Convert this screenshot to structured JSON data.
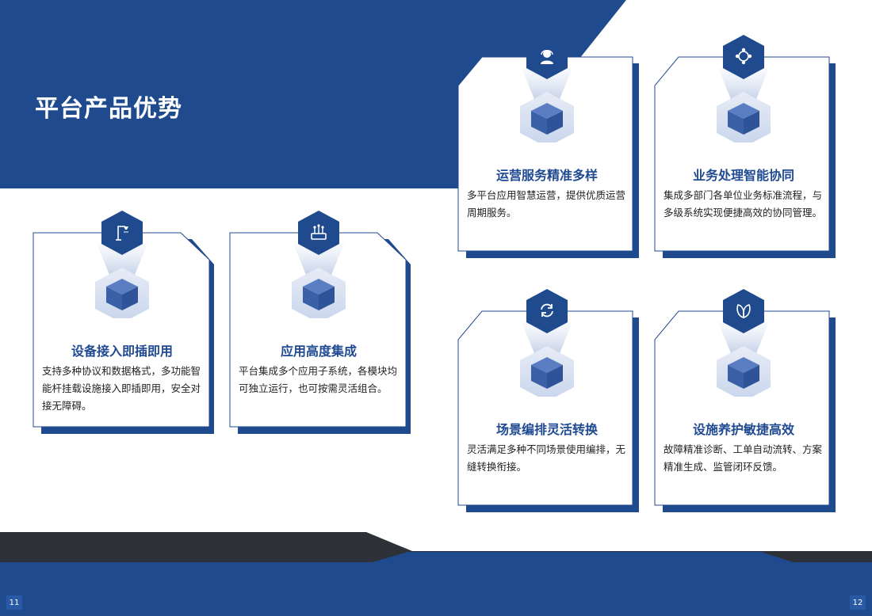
{
  "page": {
    "title": "平台产品优势",
    "page_left": "11",
    "page_right": "12"
  },
  "colors": {
    "brand_blue": "#1f4a8e",
    "dark_band": "#2e3238",
    "accent": "#2a5aa5"
  },
  "cards": [
    {
      "title": "设备接入即插即用",
      "desc": "支持多种协议和数据格式，多功能智能杆挂载设施接入即插即用，安全对接无障碍。",
      "icon": "street-lamp-icon"
    },
    {
      "title": "应用高度集成",
      "desc": "平台集成多个应用子系统，各模块均可独立运行，也可按需灵活组合。",
      "icon": "integration-icon"
    },
    {
      "title": "运营服务精准多样",
      "desc": "多平台应用智慧运营，提供优质运营周期服务。",
      "icon": "customer-service-icon"
    },
    {
      "title": "业务处理智能协同",
      "desc": "集成多部门各单位业务标准流程，与多级系统实现便捷高效的协同管理。",
      "icon": "collaboration-icon"
    },
    {
      "title": "场景编排灵活转换",
      "desc": "灵活满足多种不同场景使用编排，无缝转换衔接。",
      "icon": "switch-icon"
    },
    {
      "title": "设施养护敏捷高效",
      "desc": "故障精准诊断、工单自动流转、方案精准生成、监管闭环反馈。",
      "icon": "leaf-icon"
    }
  ]
}
